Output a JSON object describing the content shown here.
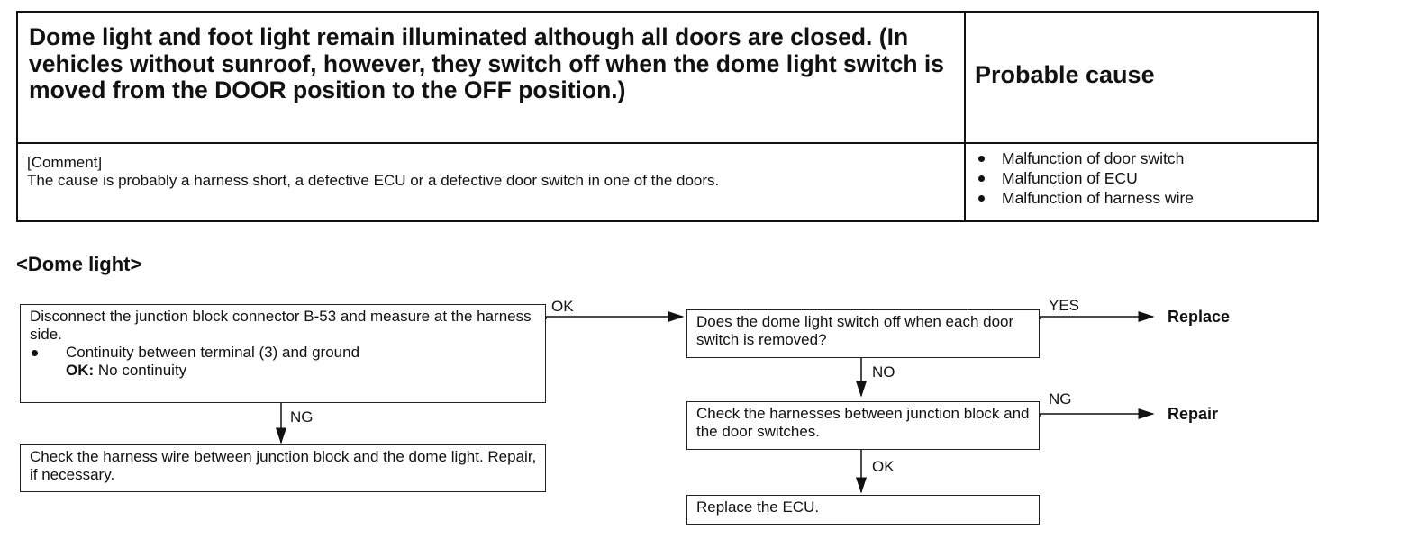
{
  "table": {
    "symptom": "Dome light and foot light remain illuminated although all doors are closed. (In vehicles without sunroof, however, they switch off when the dome light switch is moved from the DOOR position to the OFF position.)",
    "probable_cause_header": "Probable cause",
    "comment_label": "[Comment]",
    "comment_text": "The cause is probably a harness short, a defective ECU or a defective door switch in one of the doors.",
    "causes": [
      "Malfunction of door switch",
      "Malfunction of ECU",
      "Malfunction of harness wire"
    ]
  },
  "section_title": "<Dome light>",
  "flow": {
    "box1": {
      "line1": "Disconnect the junction block connector B-53 and measure at the harness side.",
      "bullet": "Continuity between terminal (3) and ground",
      "ok_key": "OK:",
      "ok_value": " No continuity"
    },
    "box2": "Check the harness wire between junction block and the dome light. Repair, if necessary.",
    "box3": "Does the dome light switch off when each door switch is removed?",
    "box4": "Check the harnesses between junction block and the door switches.",
    "box5": "Replace the ECU.",
    "labels": {
      "ok1": "OK",
      "ng1": "NG",
      "yes": "YES",
      "no": "NO",
      "ng2": "NG",
      "ok2": "OK"
    },
    "results": {
      "replace": "Replace",
      "repair": "Repair"
    }
  }
}
